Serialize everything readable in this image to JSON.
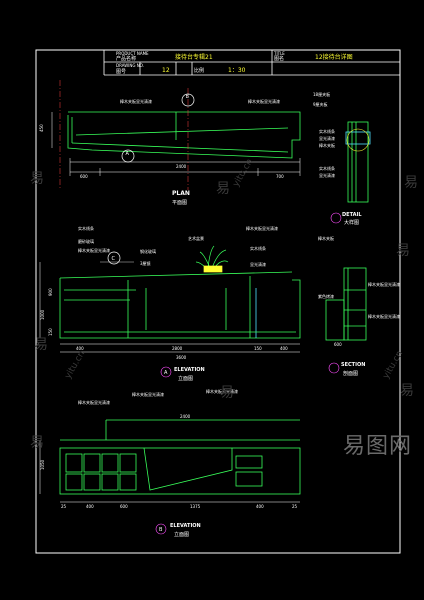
{
  "title_block": {
    "product_name_label": "PRODUCT NAME",
    "product_name_cn": "产品名称",
    "product_name_value": "接待台专辑21",
    "title_label": "TITLE",
    "title_cn": "图名",
    "title_value": "12接待台详图",
    "drawing_no_label": "DRAWING NO.",
    "drawing_no_cn": "图号",
    "drawing_no_value": "12",
    "scale_cn": "比例",
    "scale_value": "1：30"
  },
  "views": {
    "plan_label": "PLAN",
    "plan_cn": "平面图",
    "elev1_label": "ELEVATION",
    "elev1_cn": "立面图",
    "elev2_label": "ELEVATION",
    "elev2_cn": "立面图",
    "detail_label": "DETAIL",
    "detail_cn": "大样图",
    "section_label": "SECTION",
    "section_cn": "剖面图",
    "marker_a": "A",
    "marker_b": "B",
    "marker_c": "C",
    "marker_d": "D"
  },
  "notes": {
    "n1": "樟木夹板显光清漆",
    "n2": "18厘夹板",
    "n3": "9厘夹板",
    "n4": "实木线条",
    "n5": "显光清漆",
    "n6": "樟木夹板",
    "n7": "樟木夹板显光清漆",
    "n8": "实木线条",
    "n9": "磨砂玻璃",
    "n10": "3厘镜",
    "n11": "樟木夹板显光清漆",
    "n12": "艺术盆景",
    "n13": "钢化玻璃",
    "n14": "实木线条",
    "n15": "显光清漆",
    "n16": "樟木夹板",
    "n17": "紫色烤漆",
    "n18": "樟木夹板显光清漆",
    "n19": "实木线条",
    "n20": "显光清漆",
    "n21": "樟木夹板显光清漆",
    "n22": "樟木夹板显光清漆",
    "n23": "樟木夹板显光清漆",
    "n24": "樟木夹板显光清漆",
    "n25": "樟木夹板显光清漆"
  },
  "dimensions": {
    "plan_depth": "450",
    "plan_total": "2400",
    "plan_left": "600",
    "plan_right": "700",
    "elev_total": "3600",
    "elev_a": "400",
    "elev_b": "2800",
    "elev_c": "150",
    "elev_d": "400",
    "elev_h1": "1000",
    "elev_h2": "900",
    "elev_h3": "150",
    "sec_w": "600",
    "e2_total": "2400",
    "e2_a": "25",
    "e2_b": "400",
    "e2_c": "600",
    "e2_d": "1375",
    "e2_e": "400",
    "e2_f": "25",
    "e2_h": "1050"
  },
  "watermarks": {
    "yi": "易",
    "url": "yitu.cn",
    "brand": "易图网"
  },
  "colors": {
    "line_green": "#39ff5a",
    "frame_white": "#ffffff",
    "cyan": "#4fe3ff",
    "yellow": "#ffff33",
    "magenta": "#ff4dff",
    "red": "#ff4040"
  }
}
